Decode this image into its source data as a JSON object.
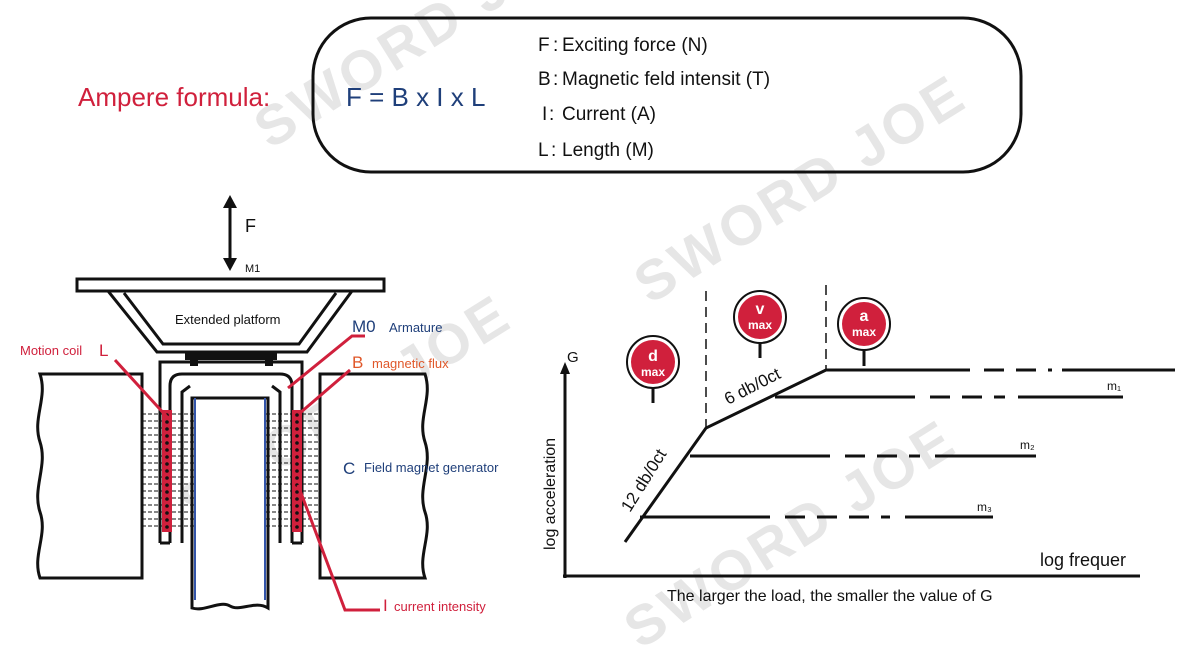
{
  "colors": {
    "red": "#d0203c",
    "blue": "#1f3f7a",
    "orange": "#e0582a",
    "black": "#111111",
    "coil_blue": "#3355aa",
    "watermark": "#e6e6e6"
  },
  "watermark": "SWORD JOE",
  "formula": {
    "title": "Ampere formula:",
    "equation": "F = B x I x L",
    "definitions": [
      {
        "sym": "F",
        "desc": "Exciting force (N)"
      },
      {
        "sym": "B",
        "desc": "Magnetic feld intensit (T)"
      },
      {
        "sym": "I",
        "desc": "Current (A)"
      },
      {
        "sym": "L",
        "desc": "Length (M)"
      }
    ]
  },
  "shaker": {
    "force_label": "F",
    "mass_label": "M1",
    "platform_label": "Extended platform",
    "armature_sym": "M0",
    "armature_label": "Armature",
    "flux_sym": "B",
    "flux_label": "magnetic flux",
    "coil_label": "Motion coil",
    "coil_sym": "L",
    "field_sym": "C",
    "field_label": "Field magnet generator",
    "current_sym": "I",
    "current_label": "current intensity"
  },
  "graph": {
    "y_axis_top": "G",
    "y_axis_label": "log acceleration",
    "x_axis_label": "log frequer",
    "caption": "The larger the load, the smaller the value of G",
    "slope1": "12 db/0ct",
    "slope2": "6 db/0ct",
    "badges": [
      {
        "letter": "d",
        "sub": "max"
      },
      {
        "letter": "v",
        "sub": "max"
      },
      {
        "letter": "a",
        "sub": "max"
      }
    ],
    "mass_levels": [
      "m₁",
      "m₂",
      "m₃"
    ]
  }
}
